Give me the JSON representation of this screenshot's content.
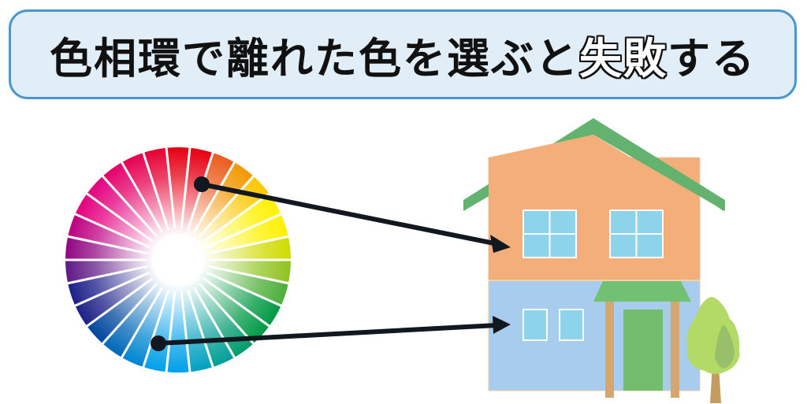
{
  "title": {
    "prefix": "色相環で離れた色を選ぶと",
    "emphasis": "失敗",
    "suffix": "する"
  },
  "colors": {
    "title_border": "#4a97d0",
    "title_bg": "#e2eef7",
    "roof": "#64b26f",
    "upper_wall": "#f4ae79",
    "lower_wall": "#a8ccee",
    "window": "#8ed3ec",
    "canopy": "#72c072",
    "door": "#74bd6f",
    "pillar": "#d5a66e",
    "tree_light": "#b3d966",
    "tree_dark": "#98c06a",
    "trunk": "#c49c62",
    "arrow": "#111820"
  },
  "color_wheel": {
    "segments": 30,
    "hues": [
      "#e60012",
      "#eb5c1c",
      "#f39800",
      "#fcc800",
      "#fff100",
      "#cfdb00",
      "#8fc31f",
      "#4cae39",
      "#009944",
      "#009b6b",
      "#009e96",
      "#00a0c1",
      "#00a0e9",
      "#0086d1",
      "#0068b7",
      "#00479d",
      "#1d2088",
      "#601986",
      "#920783",
      "#be0081",
      "#e4007f",
      "#e5006a",
      "#e5004f",
      "#e60033"
    ]
  },
  "arrows": [
    {
      "from": "orange-hue",
      "to": "upper-wall"
    },
    {
      "from": "blue-hue",
      "to": "lower-wall"
    }
  ]
}
